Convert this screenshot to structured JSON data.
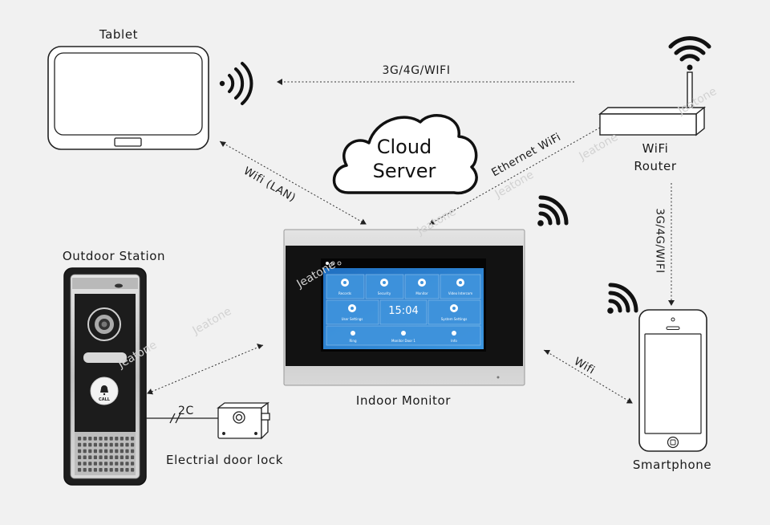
{
  "devices": {
    "tablet": "Tablet",
    "router": [
      "WiFi",
      "Router"
    ],
    "outdoor_station": "Outdoor Station",
    "indoor_monitor": "Indoor Monitor",
    "smartphone": "Smartphone",
    "door_lock": "Electrial door lock",
    "cloud": [
      "Cloud",
      "Server"
    ]
  },
  "links": {
    "tablet_router": "3G/4G/WIFI",
    "router_phone": "3G/4G/WIFI",
    "tablet_monitor": "Wifi (LAN)",
    "router_monitor": "Ethernet WiFi",
    "phone_monitor": "Wifi",
    "station_lock": "2C"
  },
  "monitor_screen": {
    "time": "15:04",
    "tiles": [
      "Records",
      "Security",
      "Monitor",
      "Video Intercom",
      "User Settings",
      "System Settings",
      "Ring",
      "Monitor Door 1",
      "Info"
    ]
  },
  "outdoor_station": {
    "call_label": "CALL"
  },
  "watermark": "Jeatone",
  "colors": {
    "screen_blue": "#2c7fd0",
    "panel_dark": "#171717",
    "frame_silver": "#c6c6c6",
    "line": "#222222"
  }
}
